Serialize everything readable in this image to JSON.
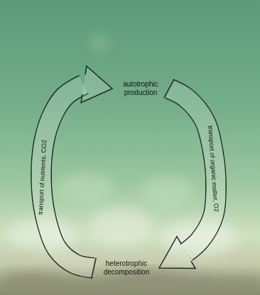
{
  "diagram": {
    "nodes": [
      {
        "text": [
          "autotrophic production"
        ]
      },
      {
        "text": [
          "heterotrophic decomposition"
        ]
      }
    ],
    "edges": [
      {
        "from": 0,
        "to": 1,
        "label": "transport of organic matter, O2",
        "arrow": "to"
      },
      {
        "from": 1,
        "to": 0,
        "label": "transport of nutrients, CO2",
        "arrow": "to"
      }
    ]
  }
}
